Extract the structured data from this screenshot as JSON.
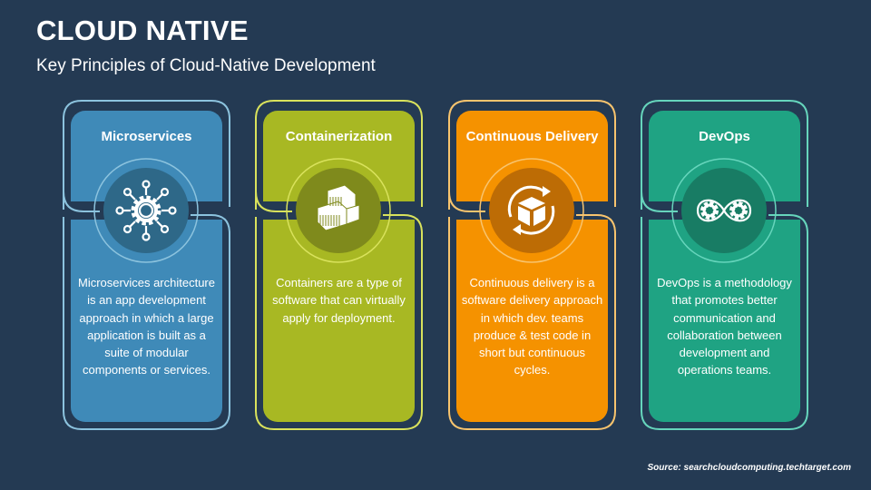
{
  "header": {
    "title": "CLOUD NATIVE",
    "subtitle": "Key Principles of Cloud-Native Development"
  },
  "cards": [
    {
      "title": "Microservices",
      "body": "Microservices architecture is an app development approach in which a large application is built as a suite of modular components or services.",
      "icon": "network-gear-icon",
      "color": "#3f8ab8",
      "dark": "#2e6888",
      "outline": "#8cc3de"
    },
    {
      "title": "Containerization",
      "body": "Containers are a type of software that can virtually apply for deployment.",
      "icon": "containers-icon",
      "color": "#a8b823",
      "dark": "#7f8a1c",
      "outline": "#d9e25c"
    },
    {
      "title": "Continuous Delivery",
      "body": "Continuous delivery is a software delivery approach in which dev. teams produce & test code in short but continuous cycles.",
      "icon": "box-cycle-icon",
      "color": "#f59200",
      "dark": "#bd6c05",
      "outline": "#f8c46e"
    },
    {
      "title": "DevOps",
      "body": "DevOps is a methodology that promotes better communication and collaboration between development and operations teams.",
      "icon": "gears-infinity-icon",
      "color": "#1fa383",
      "dark": "#187c64",
      "outline": "#66d5bc"
    }
  ],
  "source": "Source: searchcloudcomputing.techtarget.com"
}
